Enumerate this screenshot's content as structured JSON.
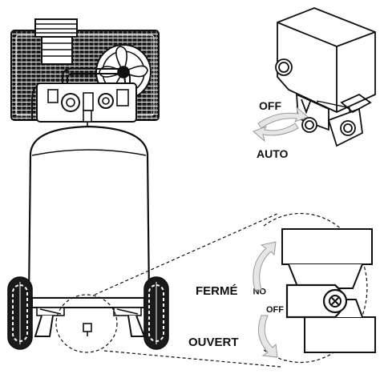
{
  "figure": {
    "labels": {
      "off": "OFF",
      "auto": "AUTO",
      "ferme": "FERMÉ",
      "ouvert": "OUVERT"
    },
    "valve_marks": {
      "top": "ON",
      "bottom": "OFF"
    },
    "colors": {
      "ink": "#111111",
      "arrow_fill": "#e6e6e6",
      "arrow_stroke": "#9a9a9a",
      "background": "#ffffff"
    }
  }
}
